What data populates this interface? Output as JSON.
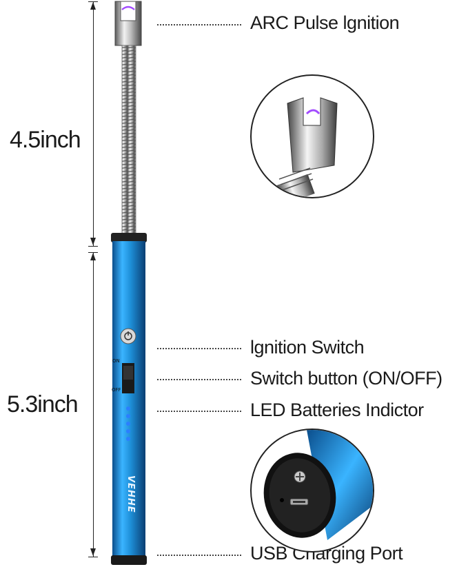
{
  "dimensions": {
    "top_length": "4.5inch",
    "bottom_length": "5.3inch"
  },
  "callouts": {
    "arc": "ARC Pulse lgnition",
    "ignition_switch": "lgnition Switch",
    "switch_button": "Switch button (ON/OFF)",
    "led": "LED Batteries Indictor",
    "usb": "USB Charging Port"
  },
  "product": {
    "brand": "VEHHE",
    "switch_on": "ON",
    "switch_off": "OFF",
    "body_color": "#1e8fd8",
    "led_color": "#2b7fff",
    "arc_color": "#a24bff"
  }
}
